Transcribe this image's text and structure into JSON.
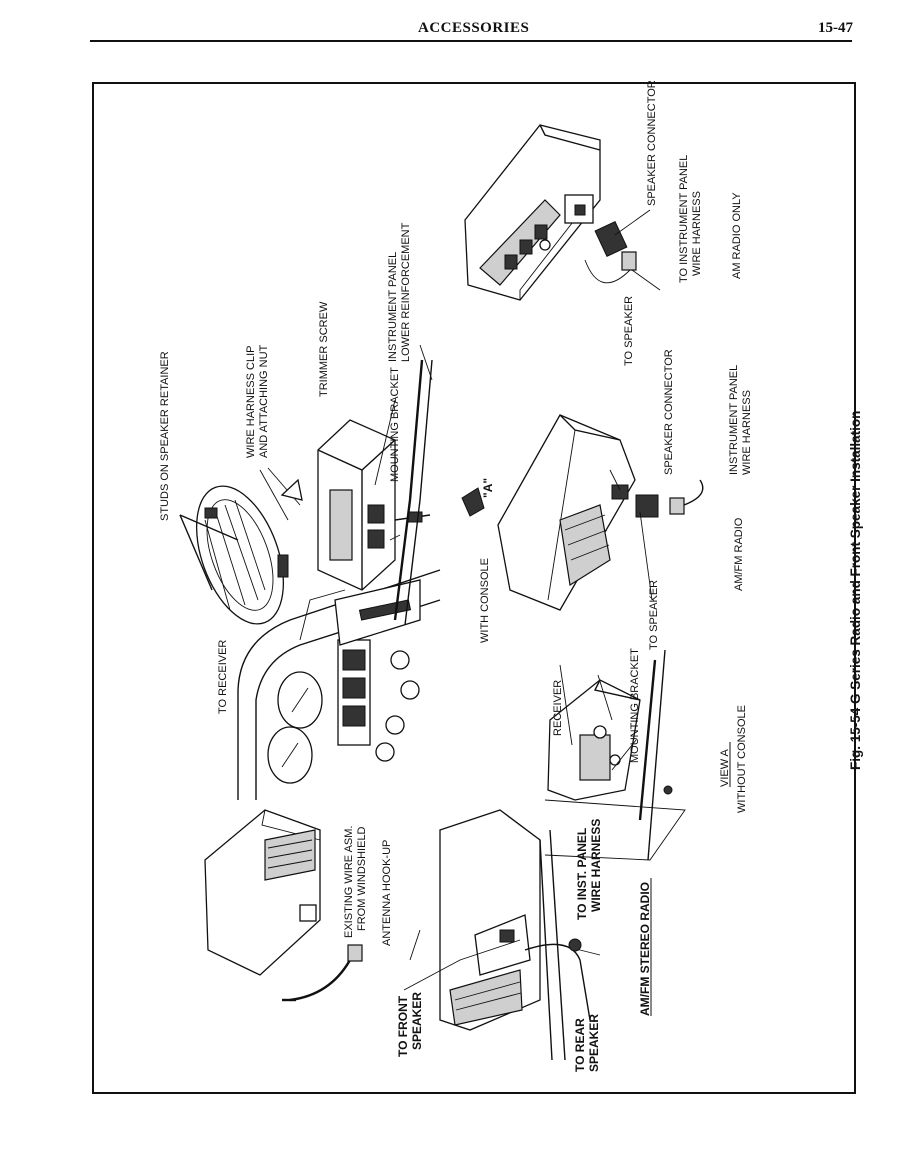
{
  "header": {
    "section_title": "ACCESSORIES",
    "page_number": "15-47"
  },
  "figure": {
    "caption": "Fig. 15-54 G Series Radio and Front Speaker Installation",
    "labels": {
      "studs_on_speaker_retainer": "STUDS ON SPEAKER RETAINER",
      "wire_harness_clip_1": "WIRE HARNESS CLIP",
      "wire_harness_clip_2": "AND ATTACHING NUT",
      "trimmer_screw": "TRIMMER SCREW",
      "mounting_bracket_top": "MOUNTING BRACKET",
      "inst_panel_lower_1": "INSTRUMENT PANEL",
      "inst_panel_lower_2": "LOWER REINFORCEMENT",
      "to_receiver": "TO RECEIVER",
      "view_a_marker": "\"A\"",
      "with_console": "WITH CONSOLE",
      "speaker_connector_right": "SPEAKER CONNECTOR",
      "to_inst_panel_harness_right_1": "TO INSTRUMENT PANEL",
      "to_inst_panel_harness_right_2": "WIRE HARNESS",
      "am_radio_only": "AM RADIO ONLY",
      "to_speaker_right": "TO SPEAKER",
      "speaker_connector_mid": "SPEAKER CONNECTOR",
      "inst_panel_harness_mid_1": "INSTRUMENT PANEL",
      "inst_panel_harness_mid_2": "WIRE HARNESS",
      "am_fm_radio": "AM/FM RADIO",
      "to_speaker_mid": "TO SPEAKER",
      "receiver": "RECEIVER",
      "mounting_bracket_view_a": "MOUNTING BRACKET",
      "view_a": "VIEW A",
      "without_console": "WITHOUT CONSOLE",
      "existing_wire_1": "EXISTING WIRE ASM.",
      "existing_wire_2": "FROM WINDSHIELD",
      "antenna_hookup": "ANTENNA HOOK-UP",
      "to_inst_panel_wire_1": "TO INST. PANEL",
      "to_inst_panel_wire_2": "WIRE HARNESS",
      "am_fm_stereo_radio": "AM/FM STEREO RADIO",
      "to_front_speaker_1": "TO FRONT",
      "to_front_speaker_2": "SPEAKER",
      "to_rear_speaker_1": "TO REAR",
      "to_rear_speaker_2": "SPEAKER"
    }
  }
}
